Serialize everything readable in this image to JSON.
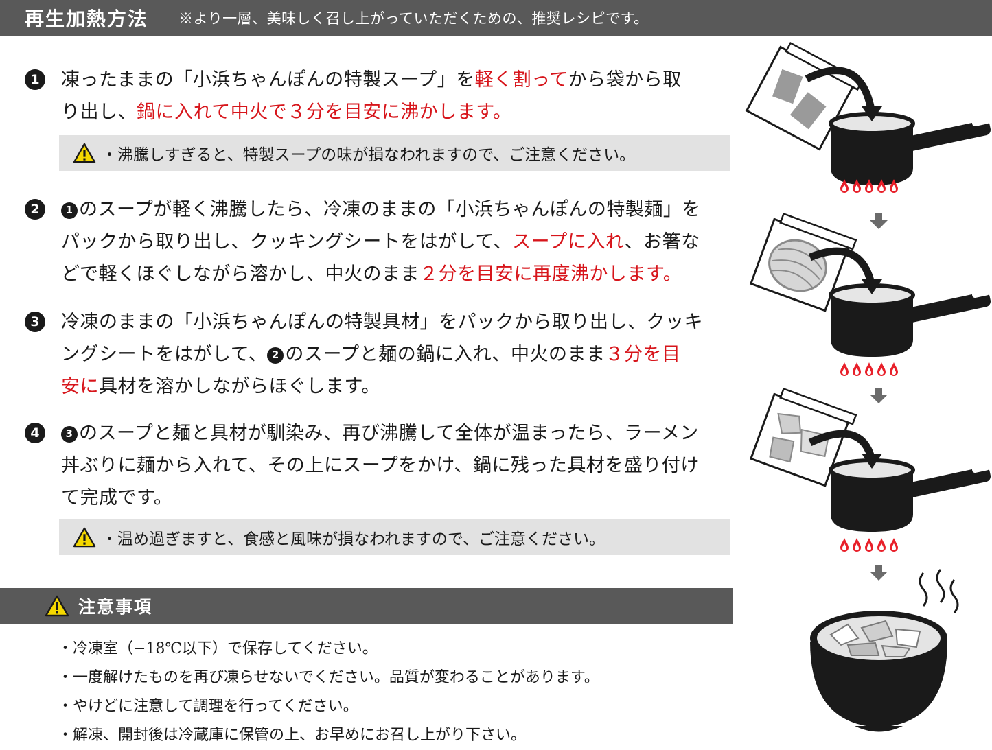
{
  "header": {
    "title": "再生加熱方法",
    "subtitle": "※より一層、美味しく召し上がっていただくための、推奨レシピです。"
  },
  "steps": [
    {
      "num": "1",
      "line1_a": "凍ったままの「小浜ちゃんぽんの特製スープ」を",
      "line1_red": "軽く割って",
      "line1_b": "から袋から取",
      "line2_a": "り出し、",
      "line2_red": "鍋に入れて中火で３分を目安に沸かします。"
    },
    {
      "num": "2",
      "ref": "1",
      "line1": "のスープが軽く沸騰したら、冷凍のままの「小浜ちゃんぽんの特製麺」を",
      "line2_a": "パックから取り出し、クッキングシートをはがして、",
      "line2_red": "スープに入れ",
      "line2_b": "、お箸な",
      "line3_a": "どで軽くほぐしながら溶かし、中火のまま",
      "line3_red": "２分を目安に再度沸かします。"
    },
    {
      "num": "3",
      "line1": "冷凍のままの「小浜ちゃんぽんの特製具材」をパックから取り出し、クッキ",
      "line2_a": "ングシートをはがして、",
      "ref": "2",
      "line2_b": "のスープと麺の鍋に入れ、中火のまま",
      "line2_red": "３分を目",
      "line3_red": "安に",
      "line3_b": "具材を溶かしながらほぐします。"
    },
    {
      "num": "4",
      "ref": "3",
      "line1": "のスープと麺と具材が馴染み、再び沸騰して全体が温まったら、ラーメン",
      "line2": "丼ぶりに麺から入れて、その上にスープをかけ、鍋に残った具材を盛り付け",
      "line3": "て完成です。"
    }
  ],
  "cautions": [
    "・沸騰しすぎると、特製スープの味が損なわれますので、ご注意ください。",
    "・温め過ぎますと、食感と風味が損なわれますので、ご注意ください。"
  ],
  "notes": {
    "title": "注意事項",
    "items": [
      "・冷凍室（−18℃以下）で保存してください。",
      "・一度解けたものを再び凍らせないでください。品質が変わることがあります。",
      "・やけどに注意して調理を行ってください。",
      "・解凍、開封後は冷蔵庫に保管の上、お早めにお召し上がり下さい。"
    ]
  },
  "colors": {
    "header_bg": "#595959",
    "accent_red": "#d7151b",
    "caution_bg": "#e2e2e2",
    "warning_yellow": "#f5d800"
  },
  "icons": [
    "warning-icon",
    "pot-icon",
    "flame-icon",
    "down-arrow-icon",
    "bowl-icon",
    "steam-icon",
    "package-icon"
  ]
}
